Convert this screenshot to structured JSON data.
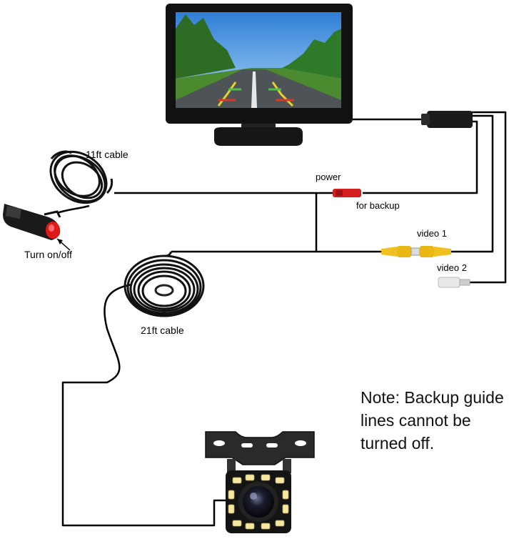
{
  "labels": {
    "cable_11ft": "11ft cable",
    "turn_on_off": "Turn on/off",
    "power": "power",
    "for_backup": "for backup",
    "video_1": "video 1",
    "video_2": "video 2",
    "cable_21ft": "21ft cable"
  },
  "note": {
    "line1": "Note: Backup guide",
    "line2": "lines cannot be",
    "line3": "turned off."
  },
  "colors": {
    "cable": "#000000",
    "power_connector": "#d42020",
    "video_connector": "#f0c020",
    "camera_led": "#f5e6a0",
    "plug_button": "#e01818"
  },
  "icons": {
    "monitor": "monitor-icon",
    "car_charger": "car-charger-plug-icon",
    "camera": "backup-camera-icon"
  }
}
